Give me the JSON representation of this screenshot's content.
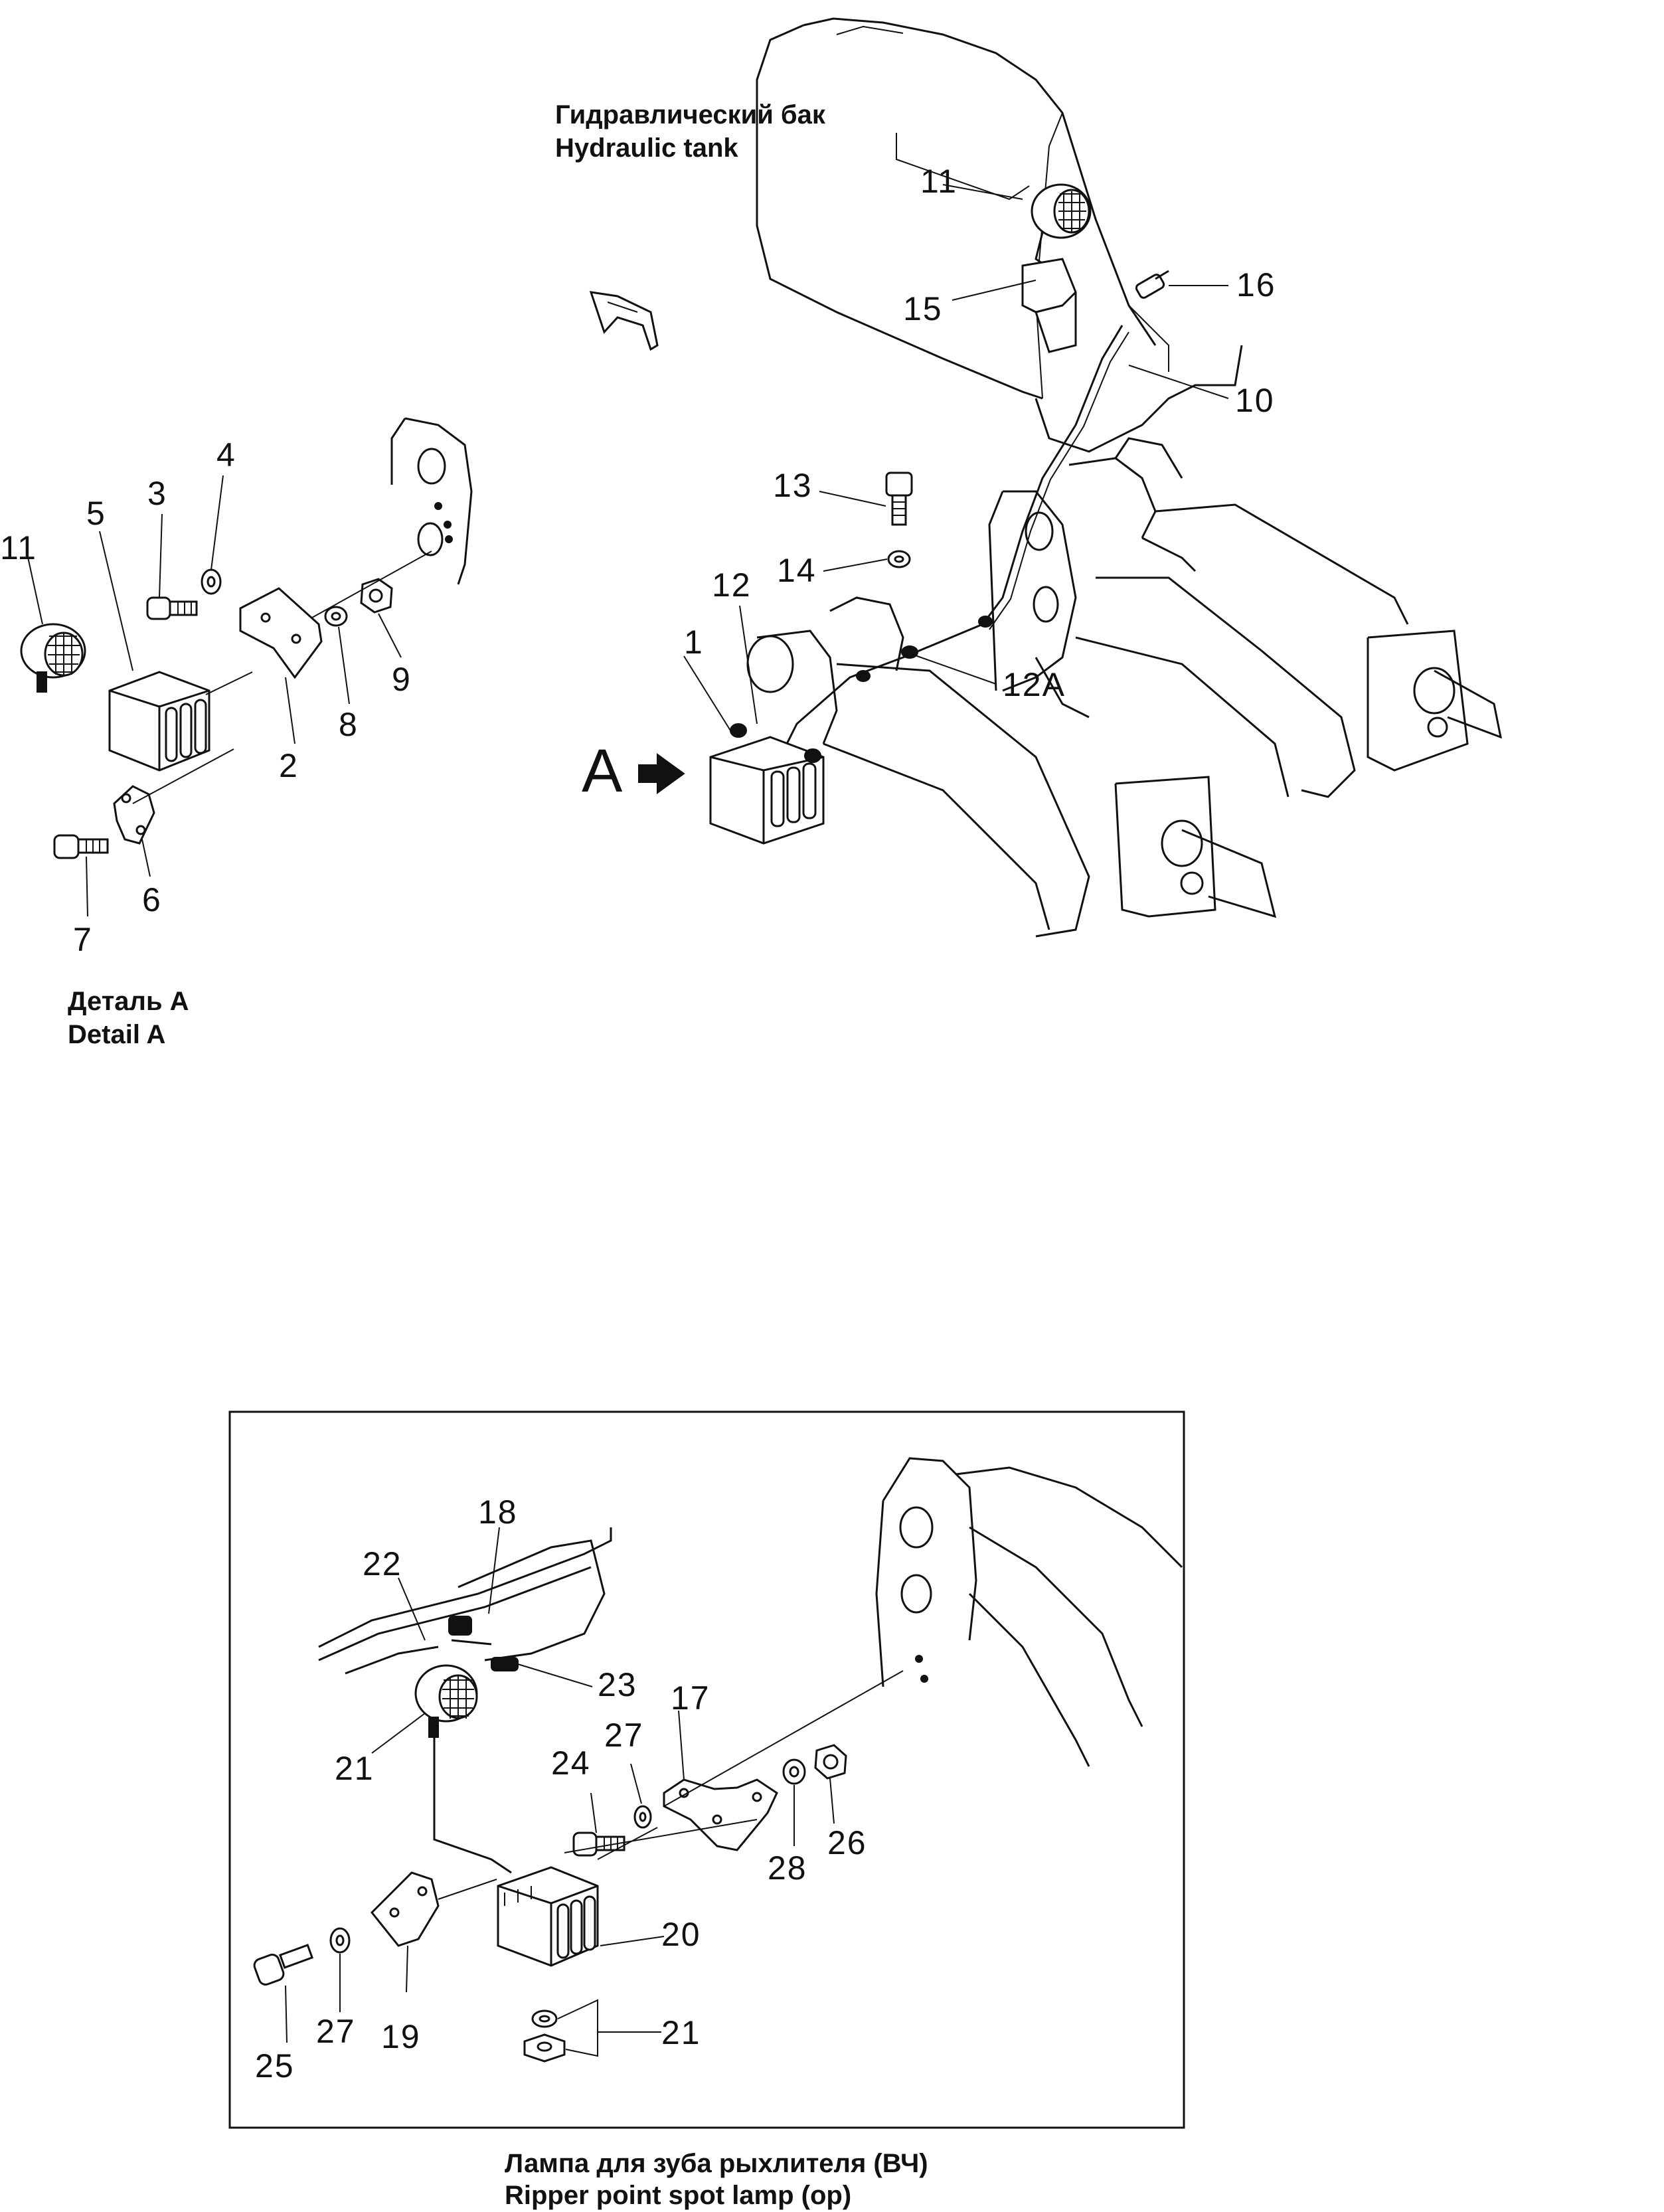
{
  "captions": {
    "tank_ru": "Гидравлический бак",
    "tank_en": "Hydraulic tank",
    "detail_ru": "Деталь А",
    "detail_en": "Detail A",
    "ripper_ru": "Лампа для зуба рыхлителя (ВЧ)",
    "ripper_en": "Ripper point spot lamp (op)"
  },
  "view_marker": "A",
  "callouts": {
    "p1": "1",
    "p2": "2",
    "p3": "3",
    "p4": "4",
    "p5": "5",
    "p6": "6",
    "p7": "7",
    "p8": "8",
    "p9": "9",
    "p10": "10",
    "p11a": "11",
    "p11b": "11",
    "p12": "12",
    "p12a": "12A",
    "p13": "13",
    "p14": "14",
    "p15": "15",
    "p16": "16",
    "p17": "17",
    "p18": "18",
    "p19": "19",
    "p20": "20",
    "p21a": "21",
    "p21b": "21",
    "p22": "22",
    "p23": "23",
    "p24": "24",
    "p25": "25",
    "p26": "26",
    "p27a": "27",
    "p27b": "27",
    "p28": "28"
  }
}
